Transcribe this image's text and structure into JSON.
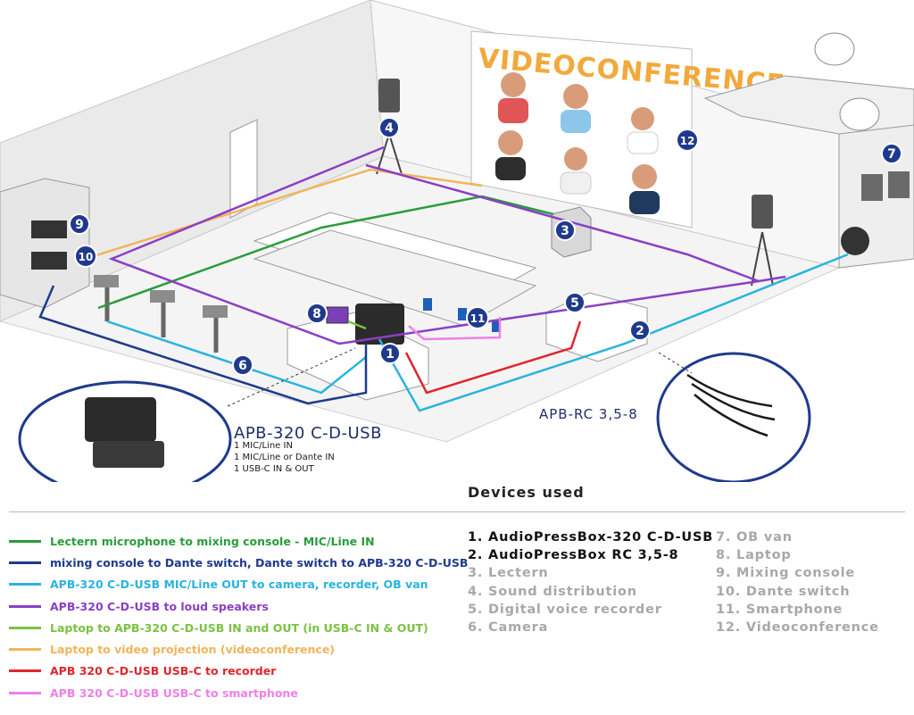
{
  "videoconference_title": "VIDEOCONFERENCE",
  "badges": [
    "1",
    "2",
    "3",
    "4",
    "5",
    "6",
    "7",
    "8",
    "9",
    "10",
    "11",
    "12"
  ],
  "apb320": {
    "title": "APB-320 C-D-USB",
    "specs": [
      "1 MIC/Line IN",
      "1 MIC/Line or Dante IN",
      "1 USB-C IN & OUT"
    ]
  },
  "rc_label": "APB-RC 3,5-8",
  "devices_title": "Devices used",
  "legend": [
    {
      "label": "Lectern microphone to mixing console - MIC/Line IN",
      "color": "#2a9c3c"
    },
    {
      "label": "mixing console to Dante switch, Dante switch to APB-320 C-D-USB",
      "color": "#1f3a8c"
    },
    {
      "label": "APB-320 C-D-USB MIC/Line OUT to camera, recorder, OB van",
      "color": "#2ab3e0"
    },
    {
      "label": "APB-320 C-D-USB to loud speakers",
      "color": "#8a3fc4"
    },
    {
      "label": "Laptop to APB-320 C-D-USB IN and OUT (in USB-C IN & OUT)",
      "color": "#7bc142"
    },
    {
      "label": "Laptop to video projection (videoconference)",
      "color": "#f2b45a"
    },
    {
      "label": "APB 320 C-D-USB USB-C to recorder",
      "color": "#e0262c"
    },
    {
      "label": "APB 320 C-D-USB USB-C to smartphone",
      "color": "#ef7fe6"
    }
  ],
  "devices_col1": [
    {
      "label": "1. AudioPressBox-320 C-D-USB",
      "primary": true
    },
    {
      "label": "2. AudioPressBox RC 3,5-8",
      "primary": true
    },
    {
      "label": "3. Lectern",
      "primary": false
    },
    {
      "label": "4. Sound distribution",
      "primary": false
    },
    {
      "label": "5. Digital voice recorder",
      "primary": false
    },
    {
      "label": "6. Camera",
      "primary": false
    }
  ],
  "devices_col2": [
    {
      "label": "7. OB van",
      "primary": false
    },
    {
      "label": "8. Laptop",
      "primary": false
    },
    {
      "label": "9. Mixing console",
      "primary": false
    },
    {
      "label": "10. Dante switch",
      "primary": false
    },
    {
      "label": "11. Smartphone",
      "primary": false
    },
    {
      "label": "12. Videoconference",
      "primary": false
    }
  ]
}
